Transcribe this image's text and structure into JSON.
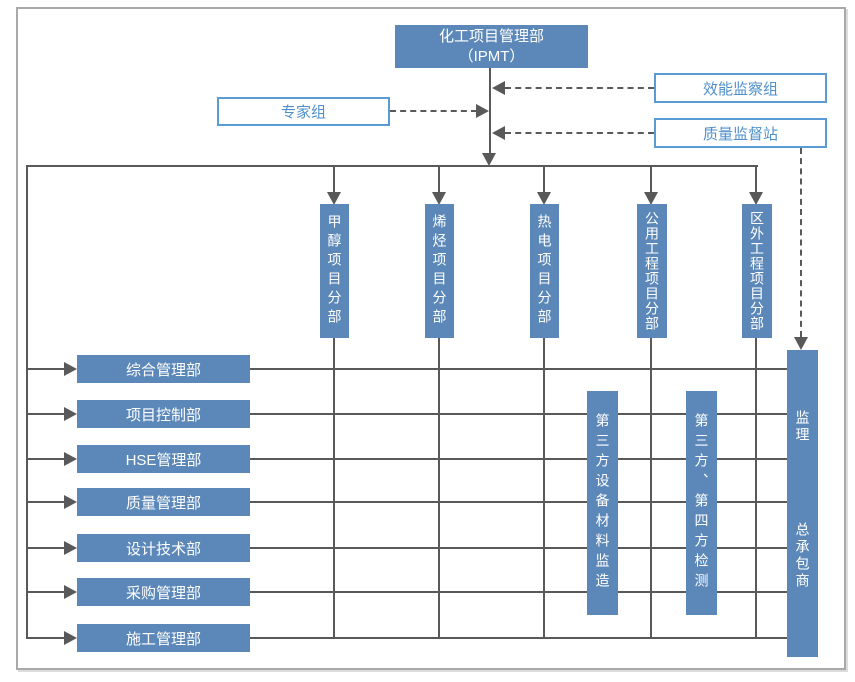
{
  "colors": {
    "division_fill_blue": "#5b88b8",
    "advisor_border_blue": "#5b9bd5",
    "advisor_text_blue": "#4e8fcc",
    "connector_gray": "#595959",
    "frame_gray": "#a9a9a9"
  },
  "root": {
    "line1": "化工项目管理部",
    "line2": "（IPMT）"
  },
  "advisors": {
    "expert_group": "专家组",
    "efficiency_group": "效能监察组",
    "quality_station": "质量监督站"
  },
  "divisions": [
    "甲醇项目分部",
    "烯烃项目分部",
    "热电项目分部",
    "公用工程项目分部",
    "区外工程项目分部"
  ],
  "departments": [
    "综合管理部",
    "项目控制部",
    "HSE管理部",
    "质量管理部",
    "设计技术部",
    "采购管理部",
    "施工管理部"
  ],
  "third_party_boxes": [
    "第三方设备材料监造",
    "第三方、第四方检测"
  ],
  "contractor_box": {
    "top": "监理",
    "bottom": "总承包商"
  }
}
